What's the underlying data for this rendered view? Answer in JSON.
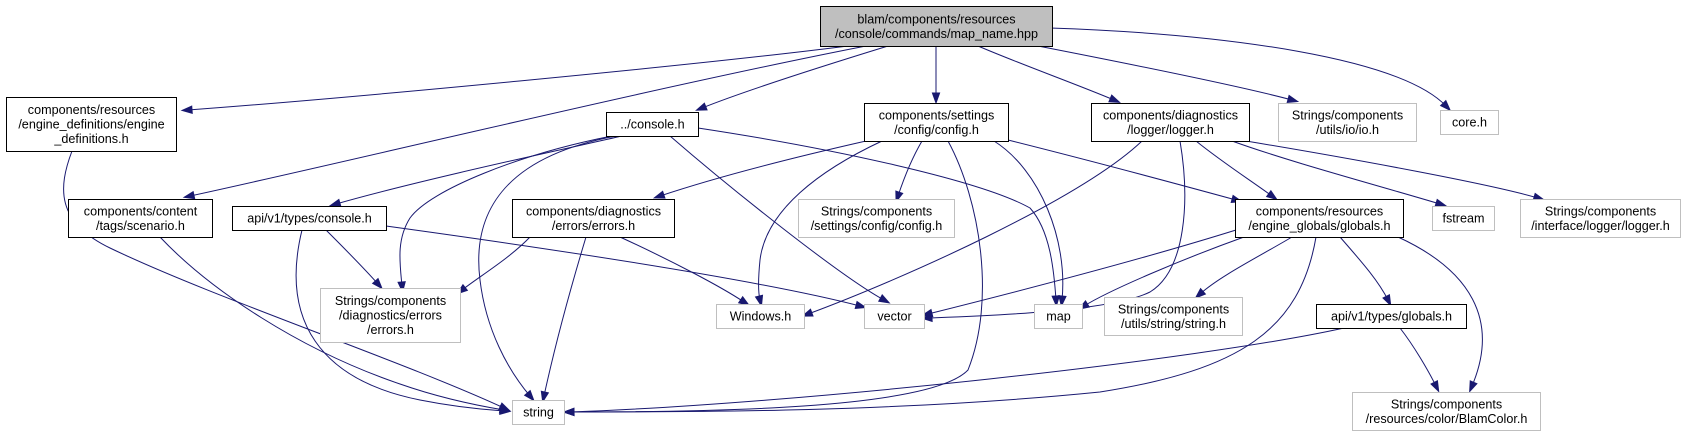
{
  "colors": {
    "edge": "#191970",
    "root_fill": "#bfbfbf",
    "documented_border": "#000000",
    "external_border": "#bfbfbf",
    "node_fill": "#ffffff"
  },
  "nodes": [
    {
      "id": "root",
      "kind": "root",
      "lines": [
        "blam/components/resources",
        "/console/commands/map_name.hpp"
      ]
    },
    {
      "id": "engine_defs",
      "kind": "documented",
      "lines": [
        "components/resources",
        "/engine_definitions/engine",
        "_definitions.h"
      ]
    },
    {
      "id": "console_h",
      "kind": "documented",
      "lines": [
        "../console.h"
      ]
    },
    {
      "id": "config_h",
      "kind": "documented",
      "lines": [
        "components/settings",
        "/config/config.h"
      ]
    },
    {
      "id": "logger_h",
      "kind": "documented",
      "lines": [
        "components/diagnostics",
        "/logger/logger.h"
      ]
    },
    {
      "id": "io_h",
      "kind": "external",
      "lines": [
        "Strings/components",
        "/utils/io/io.h"
      ]
    },
    {
      "id": "core_h",
      "kind": "external",
      "lines": [
        "core.h"
      ]
    },
    {
      "id": "scenario_h",
      "kind": "documented",
      "lines": [
        "components/content",
        "/tags/scenario.h"
      ]
    },
    {
      "id": "api_console_h",
      "kind": "documented",
      "lines": [
        "api/v1/types/console.h"
      ]
    },
    {
      "id": "errors_h",
      "kind": "documented",
      "lines": [
        "components/diagnostics",
        "/errors/errors.h"
      ]
    },
    {
      "id": "str_config_h",
      "kind": "external",
      "lines": [
        "Strings/components",
        "/settings/config/config.h"
      ]
    },
    {
      "id": "globals_h",
      "kind": "documented",
      "lines": [
        "components/resources",
        "/engine_globals/globals.h"
      ]
    },
    {
      "id": "fstream",
      "kind": "external",
      "lines": [
        "fstream"
      ]
    },
    {
      "id": "str_logger_h",
      "kind": "external",
      "lines": [
        "Strings/components",
        "/interface/logger/logger.h"
      ]
    },
    {
      "id": "str_errors_h",
      "kind": "external",
      "lines": [
        "Strings/components",
        "/diagnostics/errors",
        "/errors.h"
      ]
    },
    {
      "id": "windows_h",
      "kind": "external",
      "lines": [
        "Windows.h"
      ]
    },
    {
      "id": "vector",
      "kind": "external",
      "lines": [
        "vector"
      ]
    },
    {
      "id": "map",
      "kind": "external",
      "lines": [
        "map"
      ]
    },
    {
      "id": "str_string_h",
      "kind": "external",
      "lines": [
        "Strings/components",
        "/utils/string/string.h"
      ]
    },
    {
      "id": "api_globals_h",
      "kind": "documented",
      "lines": [
        "api/v1/types/globals.h"
      ]
    },
    {
      "id": "string",
      "kind": "external",
      "lines": [
        "string"
      ]
    },
    {
      "id": "blamcolor_h",
      "kind": "external",
      "lines": [
        "Strings/components",
        "/resources/color/BlamColor.h"
      ]
    }
  ],
  "edges": [
    {
      "from": "root",
      "to": "engine_defs"
    },
    {
      "from": "root",
      "to": "console_h"
    },
    {
      "from": "root",
      "to": "config_h"
    },
    {
      "from": "root",
      "to": "logger_h"
    },
    {
      "from": "root",
      "to": "io_h"
    },
    {
      "from": "root",
      "to": "core_h"
    },
    {
      "from": "root",
      "to": "scenario_h"
    },
    {
      "from": "engine_defs",
      "to": "string"
    },
    {
      "from": "console_h",
      "to": "api_console_h"
    },
    {
      "from": "console_h",
      "to": "str_errors_h"
    },
    {
      "from": "console_h",
      "to": "string"
    },
    {
      "from": "console_h",
      "to": "vector"
    },
    {
      "from": "console_h",
      "to": "map"
    },
    {
      "from": "config_h",
      "to": "errors_h"
    },
    {
      "from": "config_h",
      "to": "str_config_h"
    },
    {
      "from": "config_h",
      "to": "windows_h"
    },
    {
      "from": "config_h",
      "to": "string"
    },
    {
      "from": "config_h",
      "to": "map"
    },
    {
      "from": "config_h",
      "to": "globals_h"
    },
    {
      "from": "logger_h",
      "to": "windows_h"
    },
    {
      "from": "logger_h",
      "to": "vector"
    },
    {
      "from": "logger_h",
      "to": "globals_h"
    },
    {
      "from": "logger_h",
      "to": "fstream"
    },
    {
      "from": "logger_h",
      "to": "str_logger_h"
    },
    {
      "from": "scenario_h",
      "to": "string"
    },
    {
      "from": "api_console_h",
      "to": "str_errors_h"
    },
    {
      "from": "api_console_h",
      "to": "string"
    },
    {
      "from": "api_console_h",
      "to": "vector"
    },
    {
      "from": "errors_h",
      "to": "str_errors_h"
    },
    {
      "from": "errors_h",
      "to": "windows_h"
    },
    {
      "from": "errors_h",
      "to": "string"
    },
    {
      "from": "globals_h",
      "to": "vector"
    },
    {
      "from": "globals_h",
      "to": "map"
    },
    {
      "from": "globals_h",
      "to": "str_string_h"
    },
    {
      "from": "globals_h",
      "to": "api_globals_h"
    },
    {
      "from": "globals_h",
      "to": "string"
    },
    {
      "from": "globals_h",
      "to": "blamcolor_h"
    },
    {
      "from": "api_globals_h",
      "to": "string"
    },
    {
      "from": "api_globals_h",
      "to": "blamcolor_h"
    }
  ]
}
